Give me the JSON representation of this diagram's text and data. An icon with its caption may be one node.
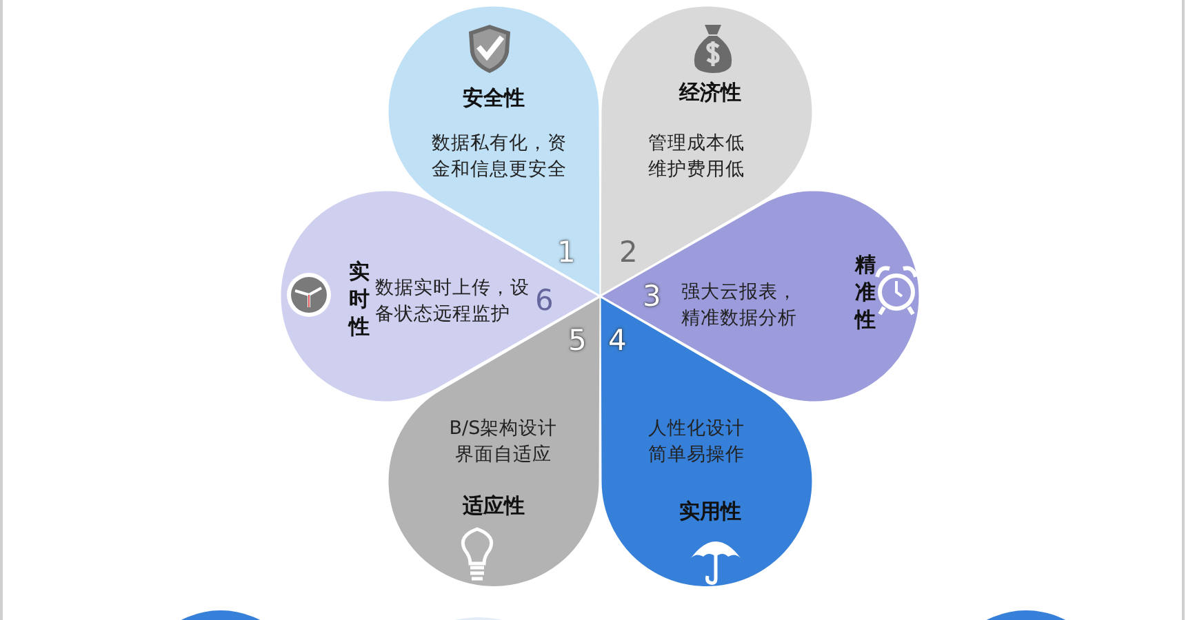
{
  "diagram": {
    "nodes": [
      {
        "text": [
          "安全性",
          "数据私有化，资金和信息更安全",
          "1"
        ]
      },
      {
        "text": [
          "经济性",
          "管理成本低维护费用低",
          "2"
        ]
      },
      {
        "text": [
          "3",
          "强大云报表，精准数据分析",
          "精准性"
        ]
      },
      {
        "text": [
          "4",
          "人性化设计简单易操作",
          "实用性"
        ]
      },
      {
        "text": [
          "5",
          "B/S架构设计界面自适应",
          "适应性"
        ]
      },
      {
        "text": [
          "实时性",
          "数据实时上传，设备状态远程监护",
          "6"
        ]
      }
    ]
  }
}
